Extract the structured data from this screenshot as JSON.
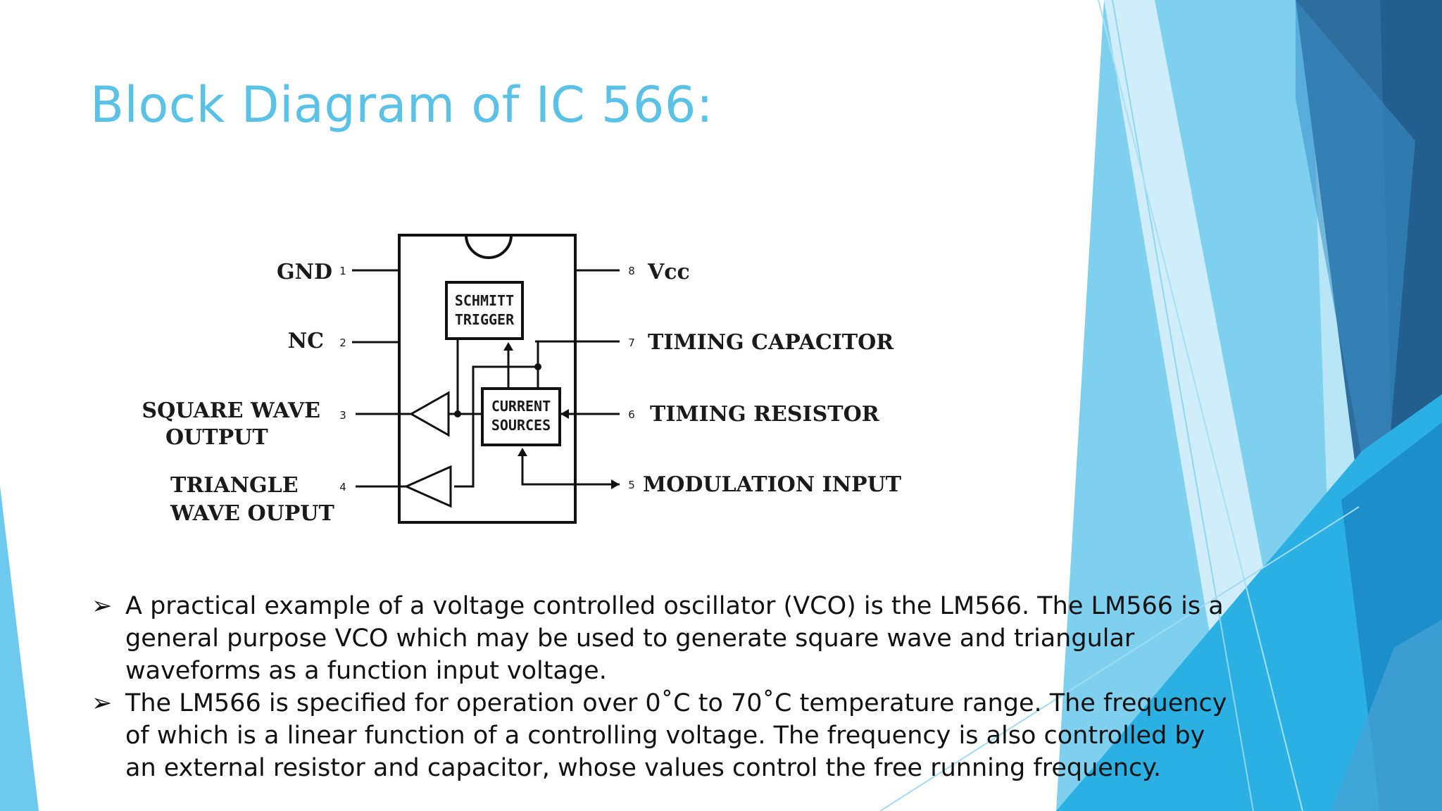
{
  "slide": {
    "title": "Block Diagram of IC 566:",
    "colors": {
      "title": "#59c2e6",
      "accent_light": "#b9e6f6",
      "accent_mid": "#4cc0ea",
      "accent_deep": "#1f8ec9",
      "accent_dark": "#2d6b9e"
    }
  },
  "diagram": {
    "pins": [
      {
        "num": "1",
        "label": "GND"
      },
      {
        "num": "2",
        "label": "NC"
      },
      {
        "num": "3",
        "label_line1": "SQUARE WAVE",
        "label_line2": "OUTPUT"
      },
      {
        "num": "4",
        "label_line1": "TRIANGLE",
        "label_line2": "WAVE OUPUT"
      },
      {
        "num": "5",
        "label": "MODULATION INPUT"
      },
      {
        "num": "6",
        "label": "TIMING RESISTOR"
      },
      {
        "num": "7",
        "label": "TIMING CAPACITOR"
      },
      {
        "num": "8",
        "label": "Vcc"
      }
    ],
    "schmitt": {
      "line1": "SCHMITT",
      "line2": "TRIGGER"
    },
    "current": {
      "line1": "CURRENT",
      "line2": "SOURCES"
    }
  },
  "bullets": {
    "marker_icon": "arrow-bullet-icon",
    "marker": "➢",
    "items": [
      {
        "lines": [
          "A practical example of a voltage controlled oscillator (VCO) is the LM566. The LM566 is a",
          "general purpose VCO which may be used to generate square wave and triangular",
          "waveforms as a function input voltage."
        ]
      },
      {
        "lines": [
          "The LM566 is specified for operation over 0˚C to 70˚C temperature range. The frequency",
          "of which is a linear function of a controlling voltage. The frequency is also controlled by",
          "an external resistor and capacitor, whose values control the free running frequency."
        ]
      }
    ]
  }
}
